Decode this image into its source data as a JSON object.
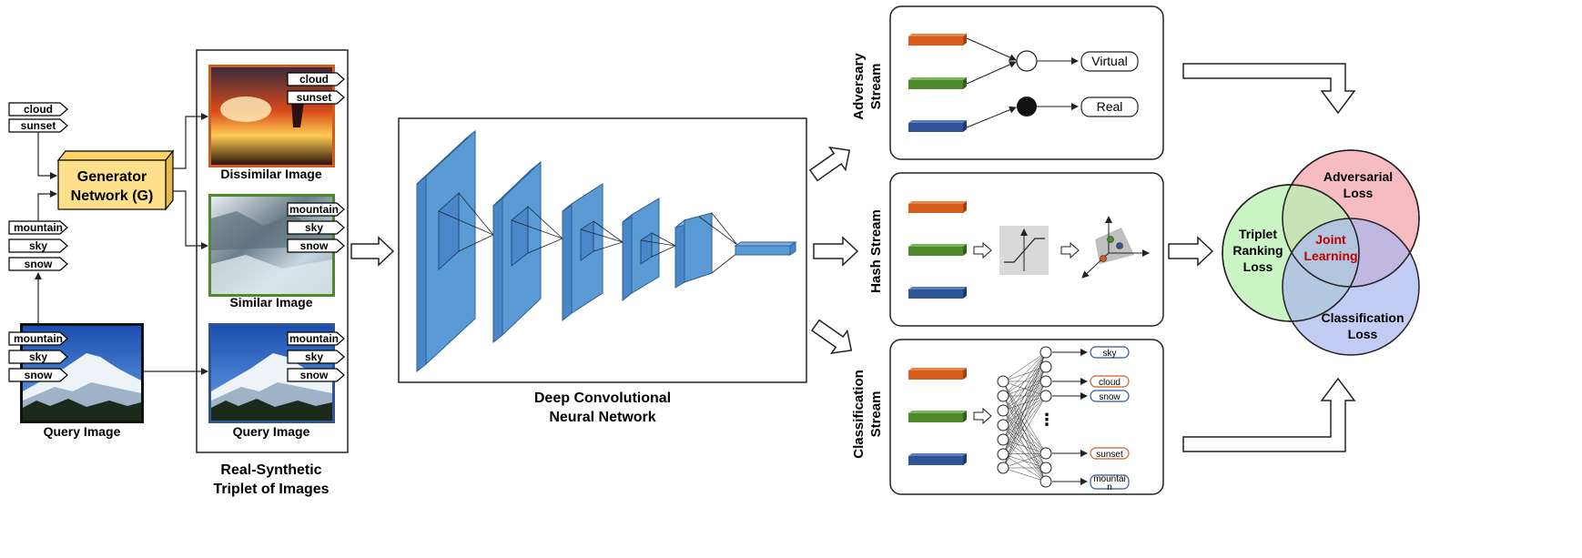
{
  "input_tags_top": [
    "cloud",
    "sunset"
  ],
  "input_tags_mid": [
    "mountain",
    "sky",
    "snow"
  ],
  "query_tags": [
    "mountain",
    "sky",
    "snow"
  ],
  "generator": {
    "line1": "Generator",
    "line2": "Network (G)"
  },
  "triplet": {
    "dissimilar": {
      "tags": [
        "cloud",
        "sunset"
      ],
      "caption": "Dissimilar Image"
    },
    "similar": {
      "tags": [
        "mountain",
        "sky",
        "snow"
      ],
      "caption": "Similar Image"
    },
    "query": {
      "tags": [
        "mountain",
        "sky",
        "snow"
      ],
      "caption": "Query Image"
    },
    "caption_line1": "Real-Synthetic",
    "caption_line2": "Triplet of Images"
  },
  "query_caption": "Query Image",
  "cnn_caption": {
    "line1": "Deep Convolutional",
    "line2": "Neural Network"
  },
  "streams": {
    "adversary": {
      "line1": "Adversary",
      "line2": "Stream",
      "out_top": "Virtual",
      "out_bottom": "Real"
    },
    "hash": {
      "label": "Hash Stream"
    },
    "classification": {
      "line1": "Classification",
      "line2": "Stream",
      "outputs": [
        "sky",
        "cloud",
        "snow",
        "sunset",
        "mountai\nn"
      ],
      "ellipsis": "⋮"
    }
  },
  "venn": {
    "adversarial": {
      "line1": "Adversarial",
      "line2": "Loss"
    },
    "triplet": {
      "line1": "Triplet",
      "line2": "Ranking",
      "line3": "Loss"
    },
    "classification": {
      "line1": "Classification",
      "line2": "Loss"
    },
    "joint": {
      "line1": "Joint",
      "line2": "Learning"
    }
  },
  "colors": {
    "orange": "#d45d1d",
    "green": "#4e8a2c",
    "blue": "#2f5597",
    "cnn_blue": "#5b9bd5",
    "generator": "#ffe08a",
    "venn_red": "#f4a6ad",
    "venn_green": "#b8f0b0",
    "venn_blue": "#a9b6f0",
    "joint_text": "#c00000"
  }
}
